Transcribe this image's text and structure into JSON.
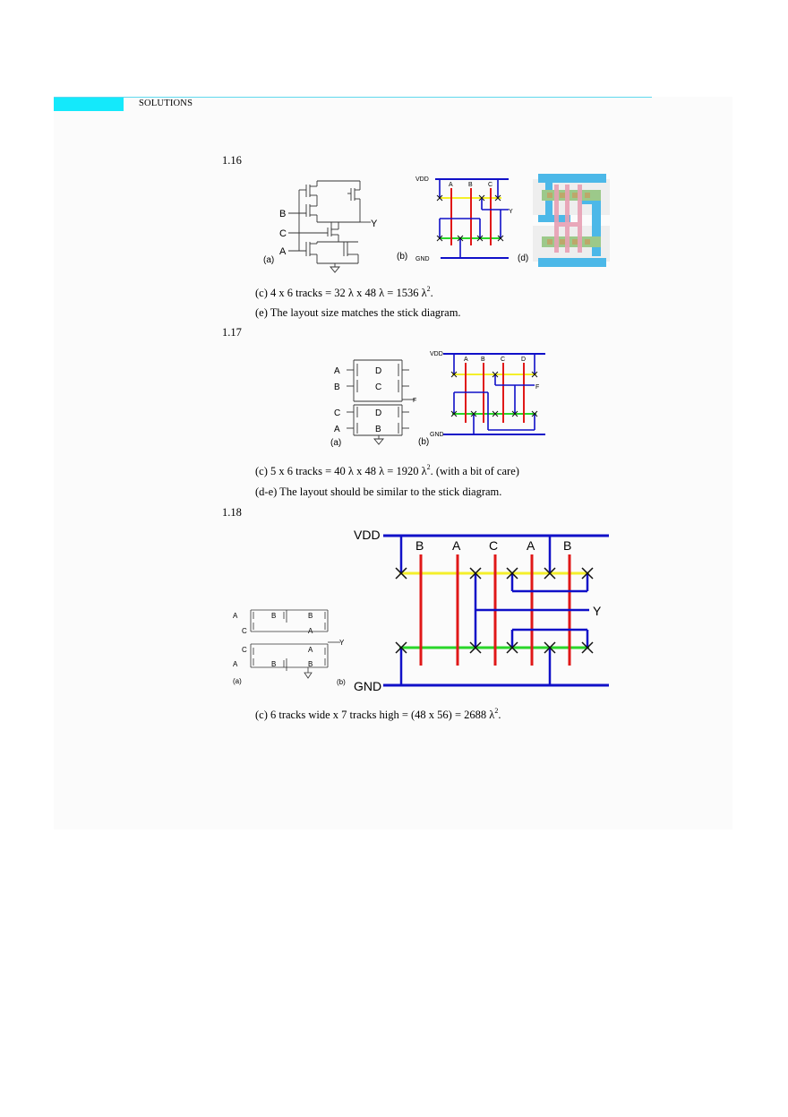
{
  "header": {
    "title": "SOLUTIONS"
  },
  "problems": [
    {
      "number": "1.16",
      "figure_labels": {
        "a": "(a)",
        "b": "(b)",
        "d": "(d)"
      },
      "schematic": {
        "inputs": [
          "B",
          "C",
          "A"
        ],
        "output": "Y"
      },
      "stick": {
        "vdd": "VDD",
        "gnd": "GND",
        "gates": [
          "A",
          "B",
          "C"
        ],
        "output": "Y"
      },
      "answers": [
        {
          "pre": "(c) 4 x 6 tracks = 32 λ x 48 λ = 1536 λ",
          "sup": "2",
          "post": "."
        },
        {
          "pre": "(e) The layout size matches the stick diagram.",
          "sup": "",
          "post": ""
        }
      ]
    },
    {
      "number": "1.17",
      "figure_labels": {
        "a": "(a)",
        "b": "(b)"
      },
      "schematic": {
        "left_inputs": [
          "A",
          "B",
          "C",
          "A"
        ],
        "right_inputs": [
          "D",
          "C",
          "D",
          "B"
        ],
        "output": "F"
      },
      "stick": {
        "vdd": "VDD",
        "gnd": "GND",
        "gates": [
          "A",
          "B",
          "C",
          "D"
        ],
        "output": "F"
      },
      "answers": [
        {
          "pre": "(c) 5 x 6 tracks = 40 λ x 48 λ = 1920 λ",
          "sup": "2",
          "post": ". (with a bit of care)"
        },
        {
          "pre": "(d-e) The layout should be similar to the stick diagram.",
          "sup": "",
          "post": ""
        }
      ]
    },
    {
      "number": "1.18",
      "figure_labels": {
        "a": "(a)",
        "b": "(b)"
      },
      "schematic": {
        "left_inputs": [
          "A",
          "C",
          "C",
          "A"
        ],
        "mid_inputs": [
          "B",
          "B"
        ],
        "right_inputs": [
          "B",
          "A",
          "A",
          "B"
        ],
        "output": "Y"
      },
      "stick": {
        "vdd": "VDD",
        "gnd": "GND",
        "gates": [
          "B",
          "A",
          "C",
          "A",
          "B"
        ],
        "output": "Y"
      },
      "answers": [
        {
          "pre": "(c) 6 tracks wide x 7 tracks high = (48 x 56) = 2688 λ",
          "sup": "2",
          "post": "."
        }
      ]
    }
  ],
  "colors": {
    "metal": "#1010c8",
    "poly": "#e01818",
    "pdiff": "#f4ef2a",
    "ndiff": "#2ad62a",
    "header_accent": "#14e9fb",
    "layout_metal": "#4cb8e8",
    "layout_poly": "#e8a0b4",
    "layout_diff": "#9cc98a"
  }
}
